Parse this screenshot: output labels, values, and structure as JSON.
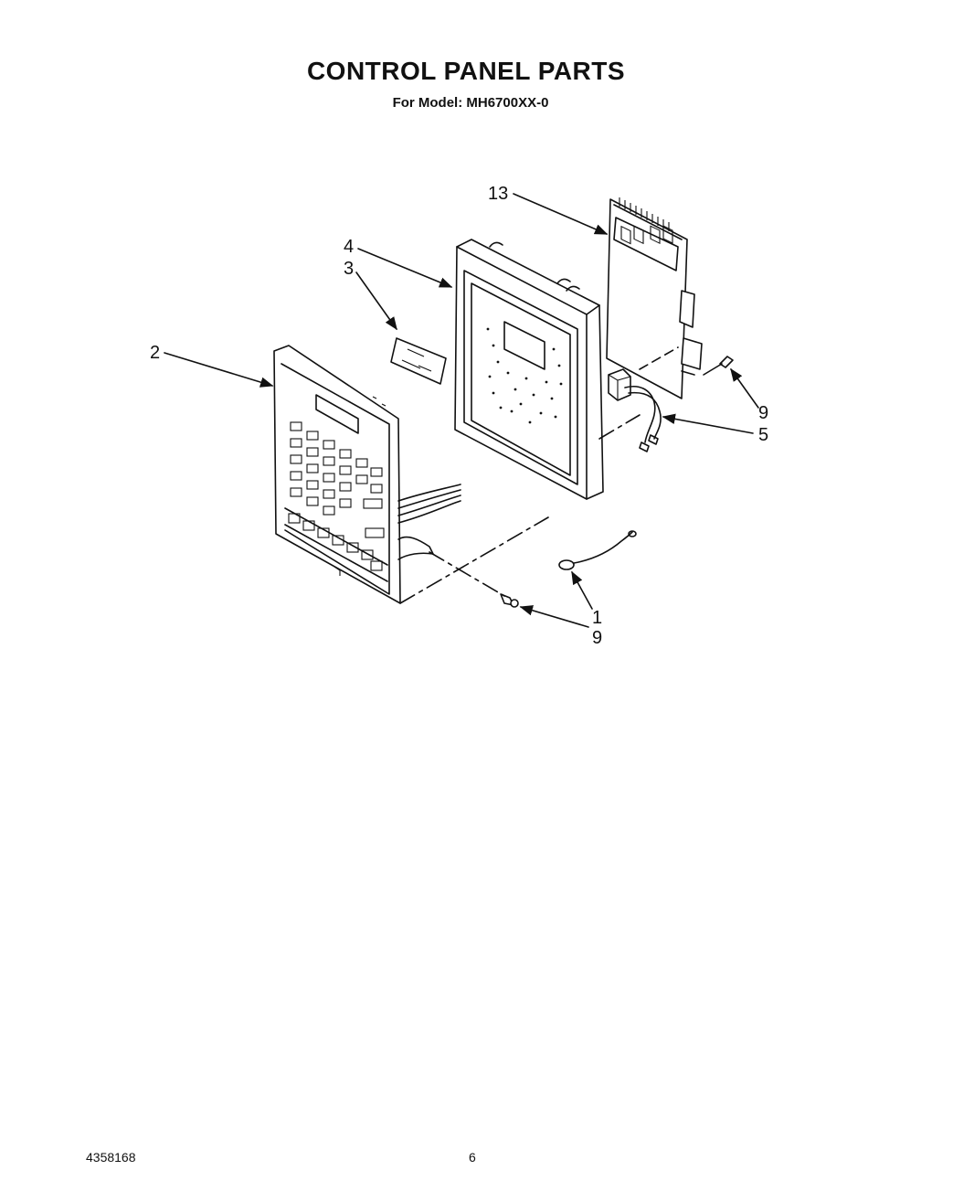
{
  "header": {
    "title": "CONTROL PANEL PARTS",
    "subtitle": "For Model: MH6700XX-0"
  },
  "callouts": {
    "c13": "13",
    "c4": "4",
    "c3": "3",
    "c2": "2",
    "c9a": "9",
    "c5": "5",
    "c1": "1",
    "c9b": "9"
  },
  "footer": {
    "doc_number": "4358168",
    "page_number": "6"
  }
}
